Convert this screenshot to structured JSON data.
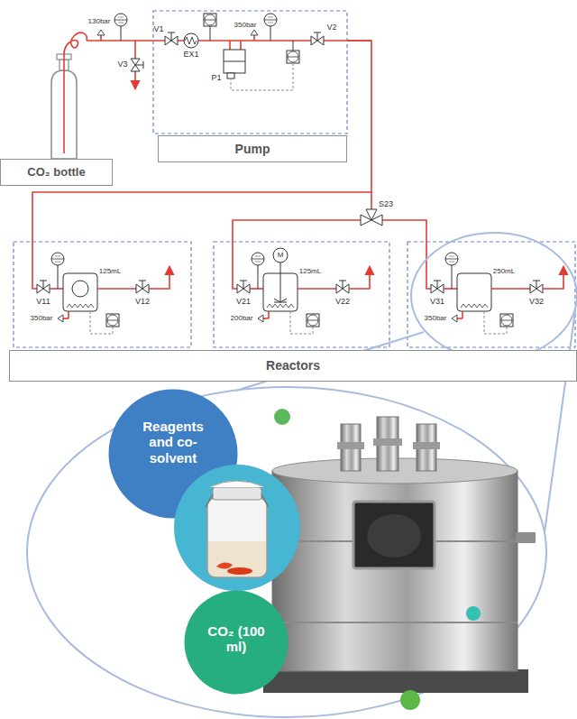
{
  "diagram": {
    "nodes": [
      {
        "text": [
          "CO₂ bottle"
        ]
      },
      {
        "text": [
          "Pump"
        ]
      },
      {
        "text": [
          "Reactors"
        ]
      },
      {
        "text": [
          "Reagents and co-solvent"
        ]
      },
      {
        "text": [
          "CO₂ (100 ml)"
        ]
      }
    ],
    "labels": [
      "130bar",
      "V1",
      "EX1",
      "P1",
      "350bar",
      "V2",
      "V3",
      "S23",
      "V11",
      "125mL",
      "350bar",
      "V12",
      "V21",
      "M",
      "125mL",
      "200bar",
      "V22",
      "V31",
      "250mL",
      "350bar",
      "V32"
    ]
  }
}
